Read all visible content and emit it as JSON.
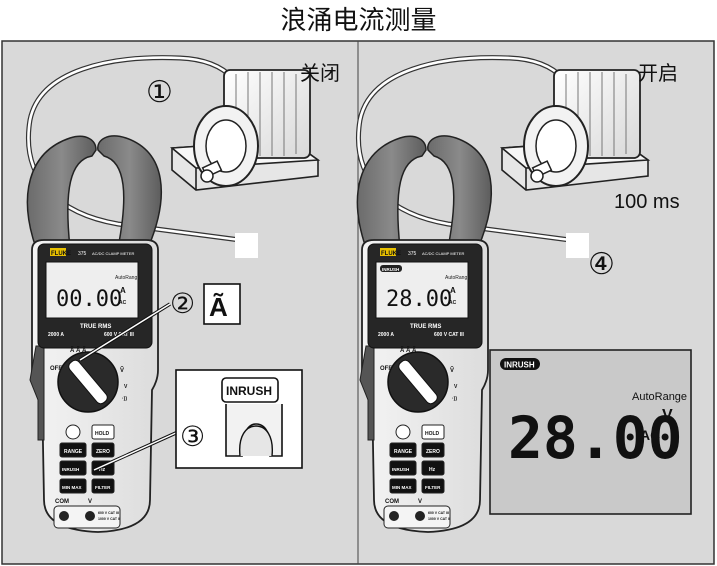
{
  "title": "浪涌电流测量",
  "left_panel": {
    "motor_state": "关闭",
    "step1": "①",
    "step2": "②",
    "step3": "③",
    "function_symbol": "Ã",
    "meter": {
      "brand": "FLUKE",
      "model": "375",
      "model_sub": "AC/DC CLAMP METER",
      "display_value": "00.00",
      "display_unit_top": "A",
      "display_unit_bottom": "AC",
      "autorange": "AutoRange",
      "true_rms": "TRUE RMS",
      "rating_left": "2000 A",
      "rating_right": "600 V CAT III",
      "dial_off": "OFF",
      "buttons": [
        "HOLD",
        "RANGE",
        "ZERO",
        "INRUSH",
        "Hz",
        "MIN MAX",
        "FILTER"
      ],
      "com": "COM",
      "volt": "V",
      "terminal_rating_1": "600 V CAT III",
      "terminal_rating_2": "1000 V CAT II"
    },
    "inrush_button_label": "INRUSH"
  },
  "right_panel": {
    "motor_state": "开启",
    "duration": "100 ms",
    "step4": "④",
    "meter": {
      "brand": "FLUKE",
      "model": "375",
      "model_sub": "AC/DC CLAMP METER",
      "display_value": "28.00",
      "display_unit_top": "A",
      "display_unit_bottom": "AC",
      "autorange": "AutoRange",
      "badge": "INRUSH",
      "true_rms": "TRUE RMS",
      "rating_left": "2000 A",
      "rating_right": "600 V CAT III",
      "dial_off": "OFF",
      "buttons": [
        "HOLD",
        "RANGE",
        "ZERO",
        "INRUSH",
        "Hz",
        "MIN MAX",
        "FILTER"
      ],
      "com": "COM",
      "volt": "V",
      "terminal_rating_1": "600 V CAT III",
      "terminal_rating_2": "1000 V CAT II"
    },
    "zoom_display": {
      "badge": "INRUSH",
      "autorange": "AutoRange",
      "value": "28.00",
      "unit_bottom": "AC",
      "unit_top": "V"
    }
  }
}
